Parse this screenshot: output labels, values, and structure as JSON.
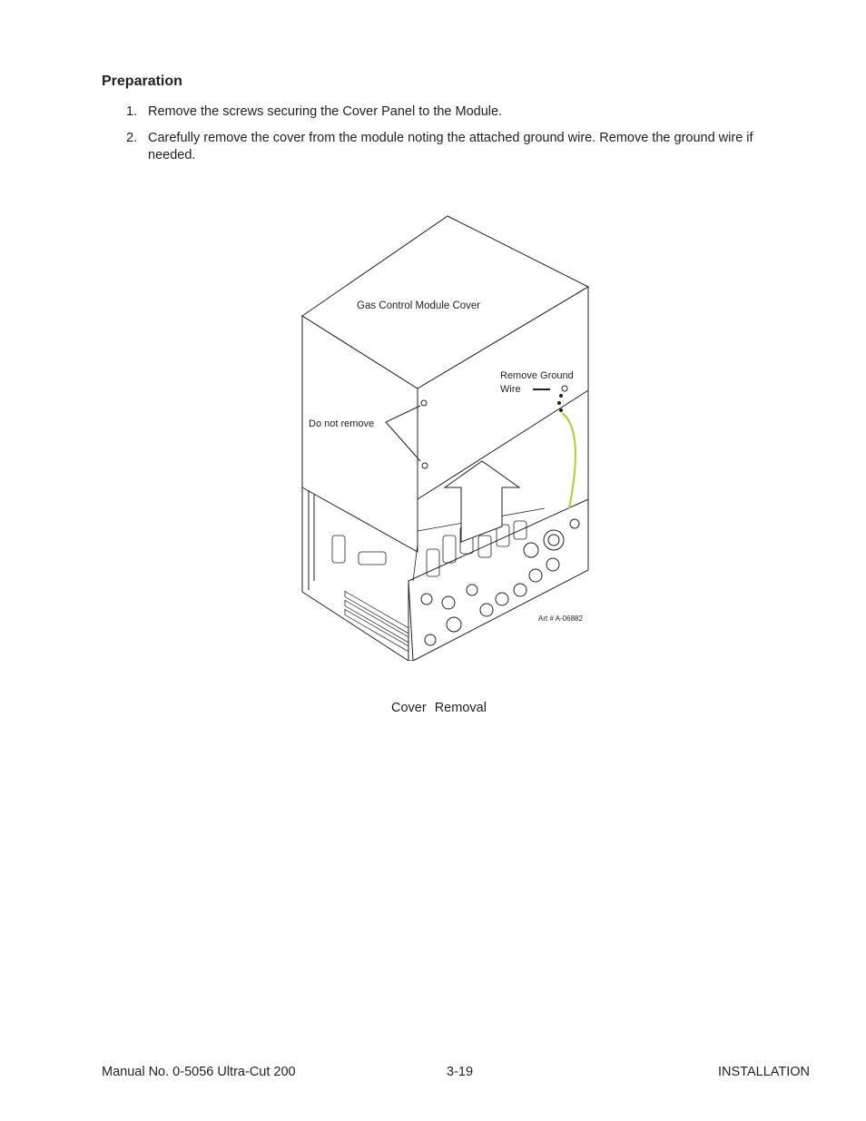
{
  "section": {
    "heading": "Preparation"
  },
  "steps": [
    {
      "number": "1.",
      "text": "Remove the screws securing the Cover Panel to the Module."
    },
    {
      "number": "2.",
      "text": "Carefully remove the cover from the module noting the attached ground wire.  Remove the ground wire if needed."
    }
  ],
  "figure": {
    "labels": {
      "cover": "Gas Control Module Cover",
      "ground_line1": "Remove Ground",
      "ground_line2": "Wire",
      "do_not_remove": "Do not remove",
      "art_number": "Art # A-06882"
    },
    "caption": "Cover Removal",
    "colors": {
      "ground_wire": "#b5cc2e",
      "line": "#231f20"
    }
  },
  "footer": {
    "left": "Manual No. 0-5056 Ultra-Cut 200",
    "center": "3-19",
    "right": "INSTALLATION"
  }
}
